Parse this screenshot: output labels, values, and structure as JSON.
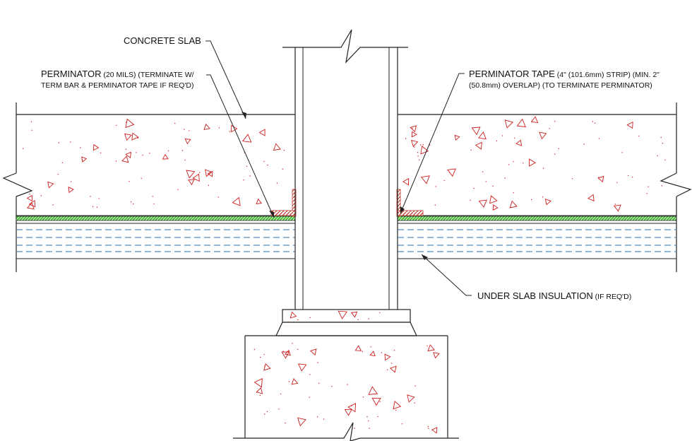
{
  "labels": {
    "concrete_slab": "CONCRETE SLAB",
    "perminator": {
      "line1_main": "PERMINATOR",
      "line1_sub": " (20 MILS) (TERMINATE W/",
      "line2": "TERM BAR & PERMINATOR TAPE IF REQ'D)"
    },
    "perminator_tape": {
      "line1_main": "PERMINATOR TAPE",
      "line1_sub": " (4\" (101.6mm) STRIP) (MIN. 2\"",
      "line2": "(50.8mm) OVERLAP) (TO TERMINATE PERMINATOR)"
    },
    "insulation": {
      "main": "UNDER SLAB INSULATION",
      "sub": " (IF REQ'D)"
    }
  },
  "colors": {
    "line": "#222222",
    "concrete_mark": "#cc1f1f",
    "membrane_green": "#3dbb2a",
    "tape_red": "#c0392b",
    "insulation_blue": "#2a6fb0"
  }
}
